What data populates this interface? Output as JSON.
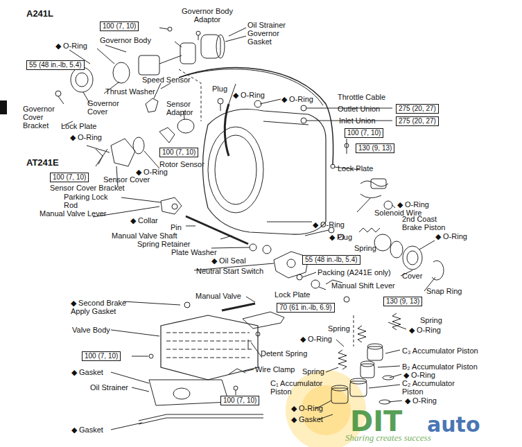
{
  "diagram": {
    "nodes": [
      {
        "text": [
          "100 (7, 10)"
        ]
      },
      {
        "text": [
          "55 (48 in.-lb, 5.4)"
        ]
      },
      {
        "text": [
          "275 (20, 27)"
        ]
      },
      {
        "text": [
          "275 (20, 27)"
        ]
      },
      {
        "text": [
          "100 (7, 10)"
        ]
      },
      {
        "text": [
          "130 (9, 13)"
        ]
      },
      {
        "text": [
          "100 (7, 10)"
        ]
      },
      {
        "text": [
          "100 (7, 10)"
        ]
      },
      {
        "text": [
          "55 (48 in.-lb, 5.4)"
        ]
      },
      {
        "text": [
          "70 (61 in.-lb, 6.9)"
        ]
      },
      {
        "text": [
          "130 (9, 13)"
        ]
      },
      {
        "text": [
          "100 (7, 10)"
        ]
      },
      {
        "text": [
          "100 (7, 10)"
        ]
      }
    ],
    "edges": [],
    "labels": [
      "A241L",
      "Governor Body Adaptor",
      "Oil Strainer",
      "Governor Gasket",
      "◆ O-Ring",
      "Governor Body",
      "Speed Sensor",
      "Plug",
      "◆ O-Ring",
      "◆ O-Ring",
      "Throttle Cable",
      "Outlet Union",
      "Inlet Union",
      "Thrust Washer",
      "Sensor Adaptor",
      "Governor Cover Bracket",
      "Governor Cover",
      "Lock Plate",
      "◆ O-Ring",
      "AT241E",
      "Lock Plate",
      "Rotor Sensor",
      "◆ O-Ring",
      "Sensor Cover Bracket",
      "Sensor Cover",
      "Parking Lock Rod",
      "Manual Valve Lever",
      "◆ O-Ring",
      "Solenoid Wire",
      "2nd Coast Brake Piston",
      "◆ Collar",
      "Pin",
      "◆ O-Ring",
      "◆ Plug",
      "◆ O-Ring",
      "Manual Valve Shaft",
      "Spring Retainer",
      "Spring",
      "Plate Washer",
      "◆ Oil Seal",
      "Cover",
      "Neutral Start Switch",
      "Packing (A241E only)",
      "Snap Ring",
      "Manual Shift Lever",
      "Lock Plate",
      "◆ Second Brake Apply Gasket",
      "Manual Valve",
      "Spring",
      "Valve Body",
      "Spring",
      "◆ O-Ring",
      "◆ O-Ring",
      "C₃ Accumulator Piston",
      "Detent Spring",
      "B₂ Accumulator Piston",
      "◆ Gasket",
      "◆ O-Ring",
      "Wire Clamp",
      "Spring",
      "C₂ Accumulator Piston",
      "Oil Strainer",
      "C₁ Accumulator Piston",
      "◆ O-Ring",
      "◆ O-Ring",
      "◆ Gasket",
      "◆ Gasket",
      "DIT",
      "auto",
      "Sharing creates success"
    ]
  }
}
